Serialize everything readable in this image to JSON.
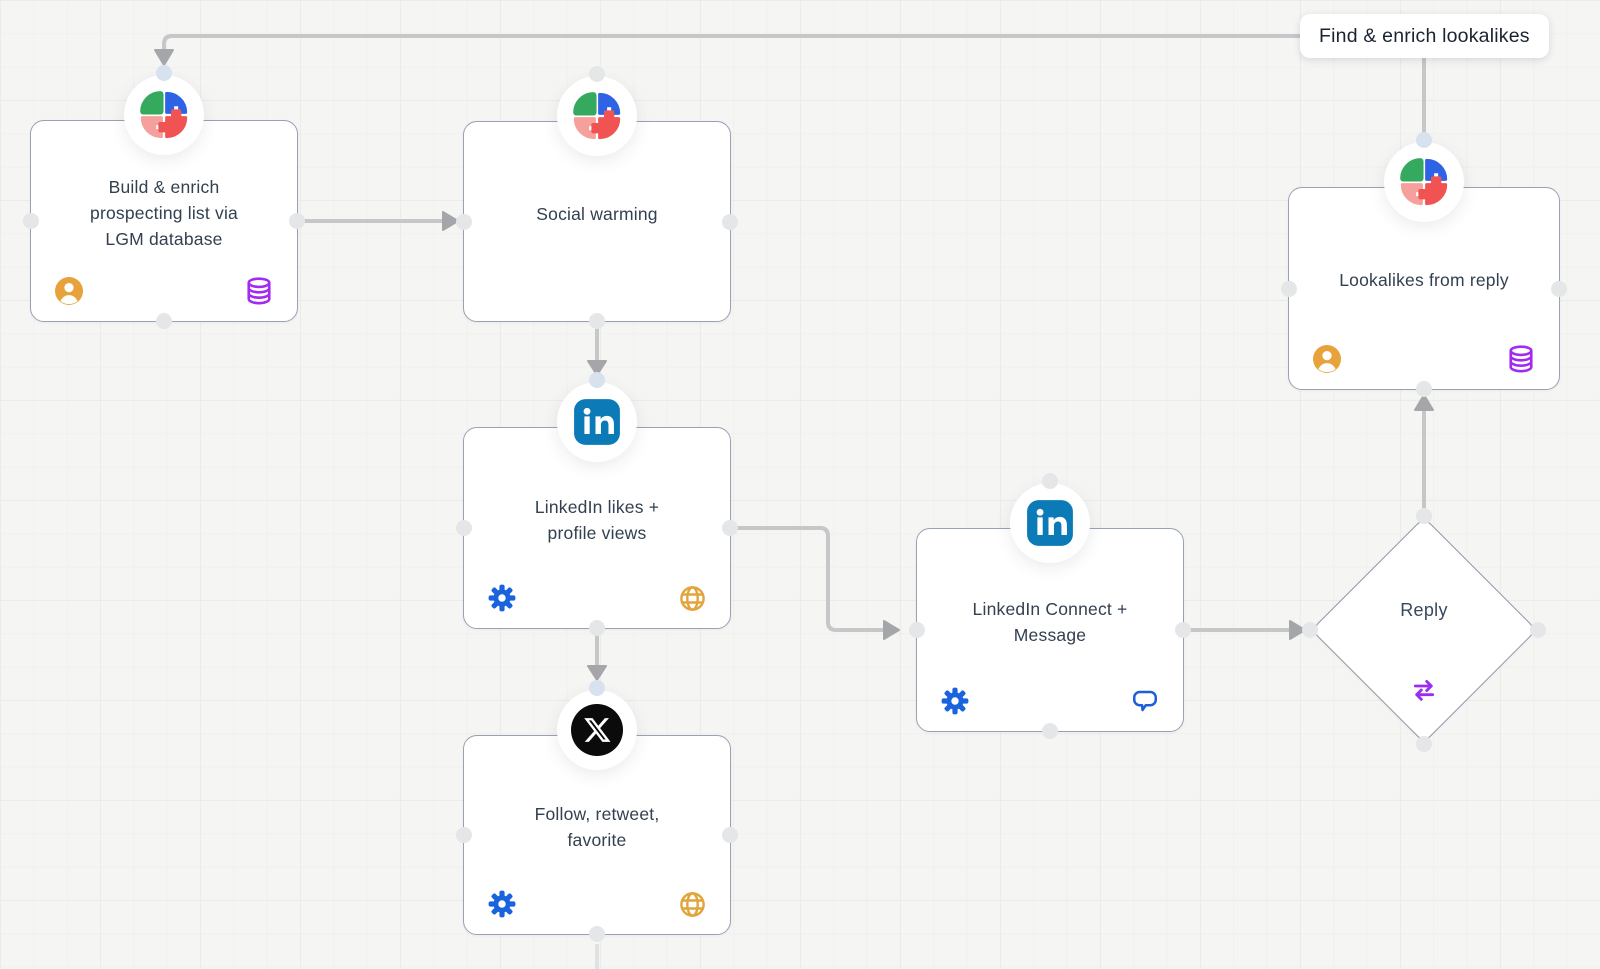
{
  "canvas": {
    "background_color": "#f5f5f3",
    "edge_color": "#c6c7c9",
    "edge_faint_color": "#e0e1e2",
    "arrow_color": "#a4a6aa"
  },
  "annotation_label": {
    "text": "Find & enrich lookalikes"
  },
  "nodes": [
    {
      "id": "build-enrich-list",
      "title": "Build & enrich prospecting list via LGM database",
      "badge_icon": "lgm-logo",
      "bottom_left_icon": "user",
      "bottom_right_icon": "database"
    },
    {
      "id": "social-warming",
      "title": "Social warming",
      "badge_icon": "lgm-logo"
    },
    {
      "id": "linkedin-likes-views",
      "title": "LinkedIn likes + profile views",
      "badge_icon": "linkedin-logo",
      "bottom_left_icon": "gear",
      "bottom_right_icon": "globe"
    },
    {
      "id": "follow-retweet-favorite",
      "title": "Follow, retweet, favorite",
      "badge_icon": "x-logo",
      "bottom_left_icon": "gear",
      "bottom_right_icon": "globe"
    },
    {
      "id": "linkedin-connect-message",
      "title": "LinkedIn Connect + Message",
      "badge_icon": "linkedin-logo",
      "bottom_left_icon": "gear",
      "bottom_right_icon": "chat-bubble"
    },
    {
      "id": "lookalikes-from-reply",
      "title": "Lookalikes from reply",
      "badge_icon": "lgm-logo",
      "bottom_left_icon": "user",
      "bottom_right_icon": "database"
    }
  ],
  "decision_node": {
    "id": "reply-condition",
    "title": "Reply",
    "icon": "swap-arrows"
  },
  "colors": {
    "lgm_green": "#35AA5F",
    "lgm_blue": "#2E63E6",
    "lgm_salmon": "#F6A09E",
    "lgm_red": "#F05352",
    "linkedin_blue": "#0D7AB8",
    "x_black": "#0B0B0B",
    "user_icon": "#E8A23B",
    "database_icon": "#A32BF0",
    "gear_icon": "#1A63DE",
    "globe_icon": "#E2A43C",
    "chat_bubble_icon": "#1E5FD8",
    "swap_arrows_icon": "#9B2DF0"
  }
}
